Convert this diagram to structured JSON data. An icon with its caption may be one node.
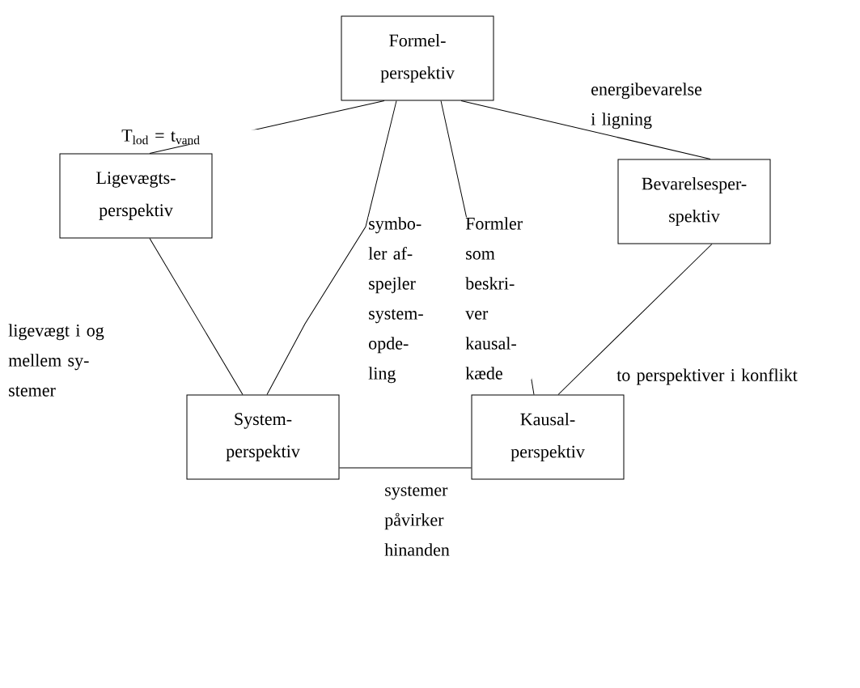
{
  "diagram": {
    "nodes": [
      {
        "text": [
          "Formel-perspektiv"
        ]
      },
      {
        "text": [
          "Ligevægts-perspektiv"
        ]
      },
      {
        "text": [
          "Bevarelsesper-spektiv"
        ]
      },
      {
        "text": [
          "System-perspektiv"
        ]
      },
      {
        "text": [
          "Kausal-perspektiv"
        ]
      }
    ],
    "edges": [
      {
        "from": 0,
        "to": 1,
        "arrow": "none",
        "label": "T$_{lod}$ = t$_{vand}$"
      },
      {
        "from": 0,
        "to": 3,
        "arrow": "none",
        "label": "symbo-ler af-spejler system-opde-ling"
      },
      {
        "from": 0,
        "to": 4,
        "arrow": "none",
        "label": "Formler som beskri-ver kausal-kæde"
      },
      {
        "from": 0,
        "to": 2,
        "arrow": "none",
        "label": "energibevarelse i ligning"
      },
      {
        "from": 1,
        "to": 3,
        "arrow": "none",
        "label": "ligevægt i og mellem sy-stemer"
      },
      {
        "from": 2,
        "to": 4,
        "arrow": "none",
        "label": "to perspektiver i konflikt"
      },
      {
        "from": 3,
        "to": 4,
        "arrow": "none",
        "label": "systemer påvirker hinanden"
      }
    ]
  }
}
